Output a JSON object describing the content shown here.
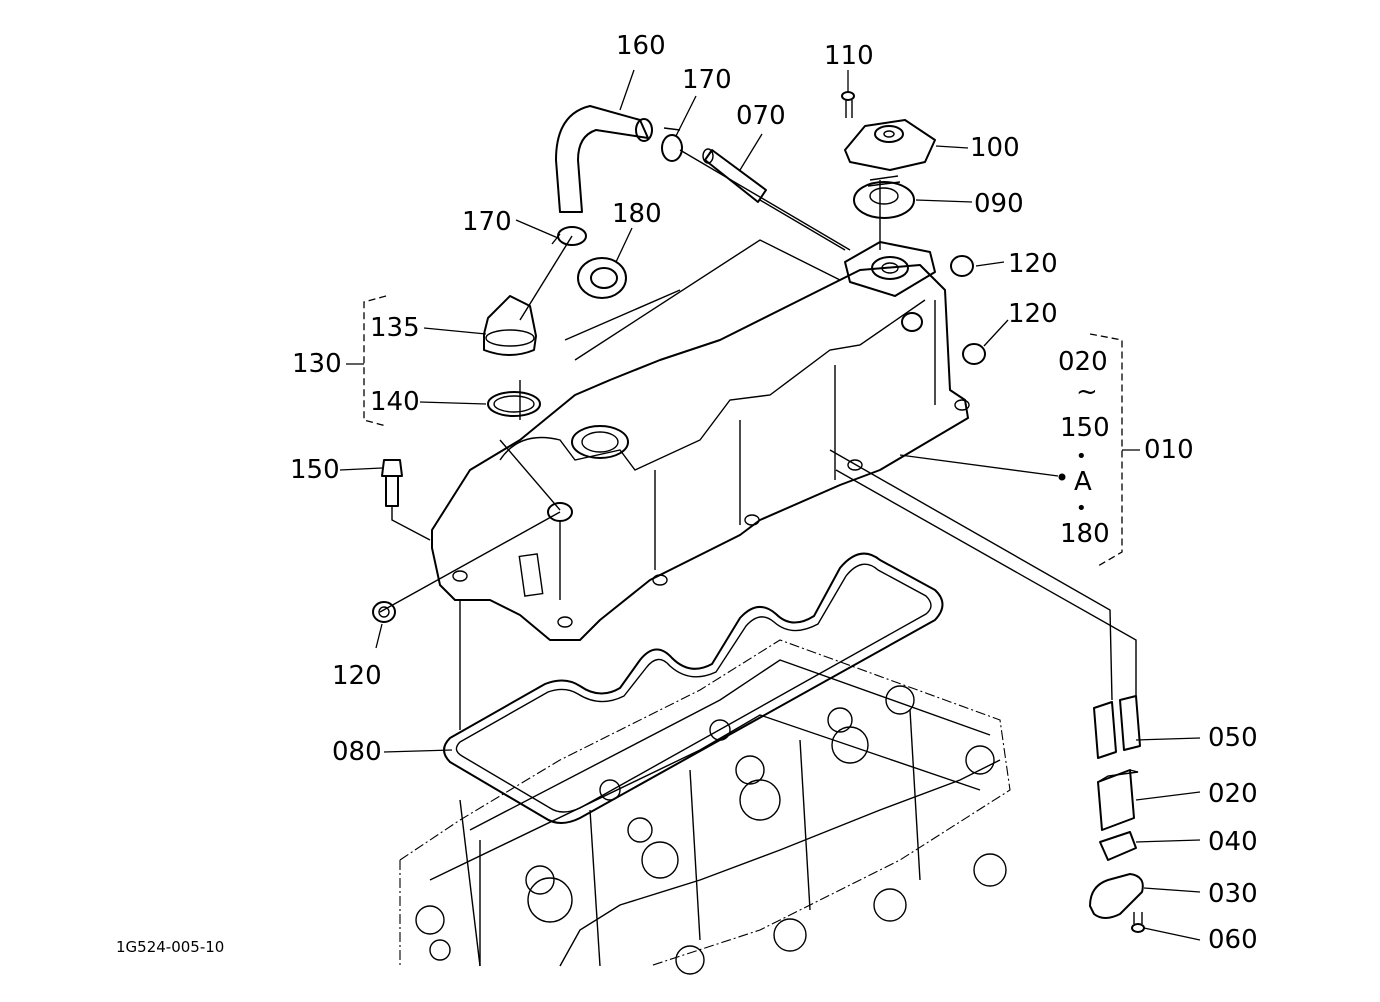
{
  "figure_code": "1G524-005-10",
  "labels": {
    "p160": "160",
    "p170_top": "170",
    "p070": "070",
    "p110": "110",
    "p100": "100",
    "p090": "090",
    "p170_left": "170",
    "p180": "180",
    "p120_r1": "120",
    "p120_r2": "120",
    "p135": "135",
    "p130": "130",
    "p140": "140",
    "p150": "150",
    "p120_left": "120",
    "p080": "080",
    "p050": "050",
    "p020": "020",
    "p040": "040",
    "p030": "030",
    "p060": "060",
    "p010": "010"
  },
  "assembly_note": {
    "line1": "020",
    "line2": "~",
    "line3": "150",
    "line4": "•",
    "line5": "A",
    "line6": "•",
    "line7": "180"
  }
}
